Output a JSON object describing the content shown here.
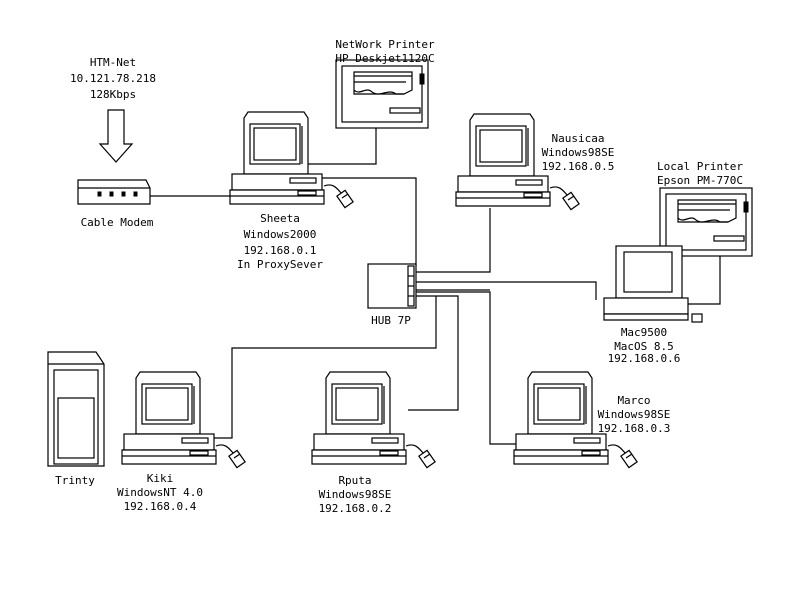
{
  "internet": {
    "name": "HTM-Net",
    "ip": "10.121.78.218",
    "speed": "128Kbps"
  },
  "cable_modem": {
    "label": "Cable Modem"
  },
  "network_printer": {
    "title": "NetWork Printer",
    "model": "HP Deskjet1120C"
  },
  "local_printer": {
    "title": "Local Printer",
    "model": "Epson PM-770C"
  },
  "hub": {
    "label": "HUB 7P"
  },
  "computers": {
    "sheeta": {
      "name": "Sheeta",
      "os": "Windows2000",
      "ip": "192.168.0.1",
      "note": "In ProxySever"
    },
    "nausicaa": {
      "name": "Nausicaa",
      "os": "Windows98SE",
      "ip": "192.168.0.5"
    },
    "mac9500": {
      "name": "Mac9500",
      "os": "MacOS 8.5",
      "ip": "192.168.0.6"
    },
    "kiki": {
      "name": "Kiki",
      "os": "WindowsNT 4.0",
      "ip": "192.168.0.4"
    },
    "rputa": {
      "name": "Rputa",
      "os": "Windows98SE",
      "ip": "192.168.0.2"
    },
    "marco": {
      "name": "Marco",
      "os": "Windows98SE",
      "ip": "192.168.0.3"
    }
  },
  "server": {
    "name": "Trinty"
  }
}
